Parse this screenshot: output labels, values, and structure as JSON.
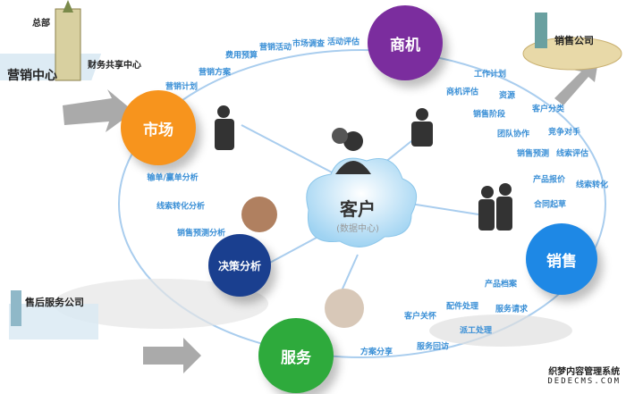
{
  "center": {
    "title": "客户",
    "subtitle": "(数据中心)"
  },
  "nodes": {
    "market": "市场",
    "opportunity": "商机",
    "sales": "销售",
    "service": "服务",
    "decision": "决策分析"
  },
  "colors": {
    "market": "#f7941d",
    "opportunity": "#7b2d9e",
    "sales": "#1e88e5",
    "service": "#2eaa3c",
    "decision": "#1a3f8f",
    "label": "#3a8fd6"
  },
  "left_hq": {
    "hq": "总部",
    "marketing_center": "营销中心",
    "finance": "财务共享中心"
  },
  "sales_company": "销售公司",
  "after_sales": "售后服务公司",
  "market_labels": [
    "营销计划",
    "营销方案",
    "费用预算",
    "营销活动",
    "市场调查",
    "活动评估"
  ],
  "opportunity_labels": [
    "工作计划",
    "商机评估",
    "资源",
    "销售阶段",
    "客户分类",
    "团队协作",
    "竞争对手",
    "销售预测",
    "线索评估",
    "产品报价",
    "线索转化",
    "合同起草"
  ],
  "decision_labels": [
    "输单/赢单分析",
    "线索转化分析",
    "销售预测分析"
  ],
  "service_labels": [
    "产品档案",
    "配件处理",
    "服务请求",
    "客户关怀",
    "派工处理",
    "服务回访",
    "方案分享"
  ],
  "watermark": {
    "line1": "织梦内容管理系统",
    "line2": "DEDECMS.COM"
  }
}
